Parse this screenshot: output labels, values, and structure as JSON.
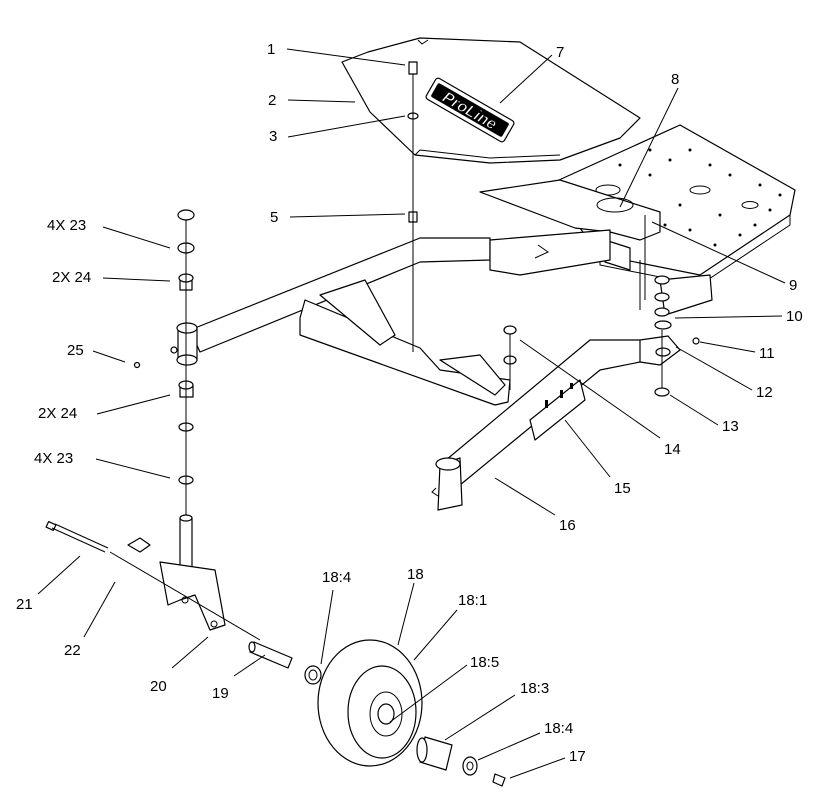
{
  "brand_label": "ProLine",
  "callouts": [
    {
      "id": "c1",
      "label": "1"
    },
    {
      "id": "c2",
      "label": "2"
    },
    {
      "id": "c3",
      "label": "3"
    },
    {
      "id": "c5",
      "label": "5"
    },
    {
      "id": "c7",
      "label": "7"
    },
    {
      "id": "c8",
      "label": "8"
    },
    {
      "id": "c9",
      "label": "9"
    },
    {
      "id": "c10",
      "label": "10"
    },
    {
      "id": "c11",
      "label": "11"
    },
    {
      "id": "c12",
      "label": "12"
    },
    {
      "id": "c13",
      "label": "13"
    },
    {
      "id": "c14",
      "label": "14"
    },
    {
      "id": "c15",
      "label": "15"
    },
    {
      "id": "c16",
      "label": "16"
    },
    {
      "id": "c4x23a",
      "label": "4X 23"
    },
    {
      "id": "c2x24a",
      "label": "2X 24"
    },
    {
      "id": "c25",
      "label": "25"
    },
    {
      "id": "c2x24b",
      "label": "2X 24"
    },
    {
      "id": "c4x23b",
      "label": "4X 23"
    },
    {
      "id": "c21",
      "label": "21"
    },
    {
      "id": "c22",
      "label": "22"
    },
    {
      "id": "c20",
      "label": "20"
    },
    {
      "id": "c19",
      "label": "19"
    },
    {
      "id": "c18_4a",
      "label": "18:4"
    },
    {
      "id": "c18",
      "label": "18"
    },
    {
      "id": "c18_1",
      "label": "18:1"
    },
    {
      "id": "c18_5",
      "label": "18:5"
    },
    {
      "id": "c18_3",
      "label": "18:3"
    },
    {
      "id": "c18_4b",
      "label": "18:4"
    },
    {
      "id": "c17",
      "label": "17"
    }
  ]
}
